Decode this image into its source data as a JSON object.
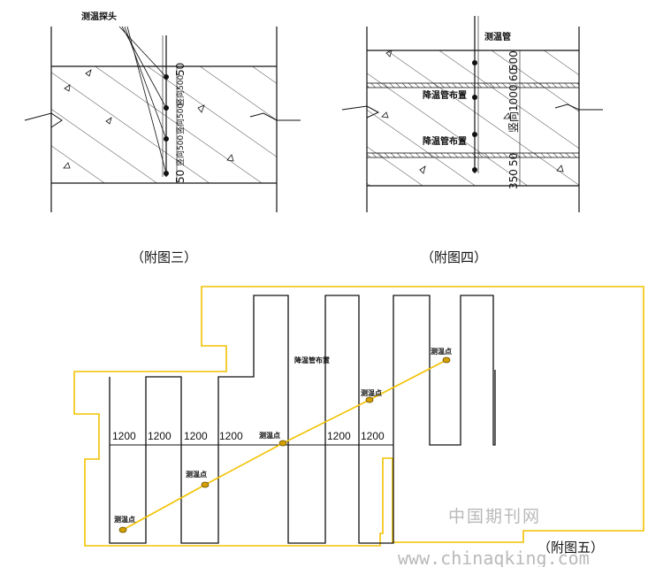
{
  "figure3": {
    "caption": "（附图三）",
    "probe_label": "测温探头",
    "dims": [
      "50",
      "竖向500",
      "竖向500",
      "竖向500",
      "50"
    ]
  },
  "figure4": {
    "caption": "（附图四）",
    "tube_label": "测温管",
    "layout_label_1": "降温管布置",
    "layout_label_2": "降温管布置",
    "dims": [
      "60",
      "500",
      "竖向1000",
      "50",
      "350"
    ]
  },
  "figure5": {
    "caption": "（附图五）",
    "layout_label": "降温管布置",
    "point_label": "测温点",
    "spacings": [
      "1200",
      "1200",
      "1200",
      "1200",
      "1200",
      "1200"
    ]
  },
  "watermark": {
    "cn": "中国期刊网",
    "url": "www.chinaqking.com"
  },
  "colors": {
    "line": "#111111",
    "outline": "#f2c200",
    "point": "#d4a000"
  }
}
